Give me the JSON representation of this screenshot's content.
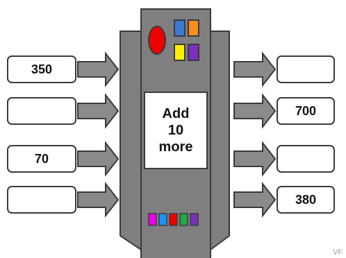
{
  "inputs": [
    "350",
    "",
    "70",
    ""
  ],
  "outputs": [
    "",
    "700",
    "",
    "380"
  ],
  "machine": {
    "instruction_lines": [
      "Add",
      "10",
      "more"
    ],
    "top_panel_colors": [
      "#ee0000",
      "#3a7bd5",
      "#ff8c1a",
      "#ffee00",
      "#7b2fbf"
    ],
    "bottom_buttons_colors": [
      "#ee00ee",
      "#1e90ff",
      "#ee0000",
      "#22aa44",
      "#7b2fbf"
    ]
  },
  "colors": {
    "machine_body": "#7f7f7f",
    "arrow": "#8a8a8a",
    "outline": "#3a3a3a"
  },
  "watermark": "VF"
}
